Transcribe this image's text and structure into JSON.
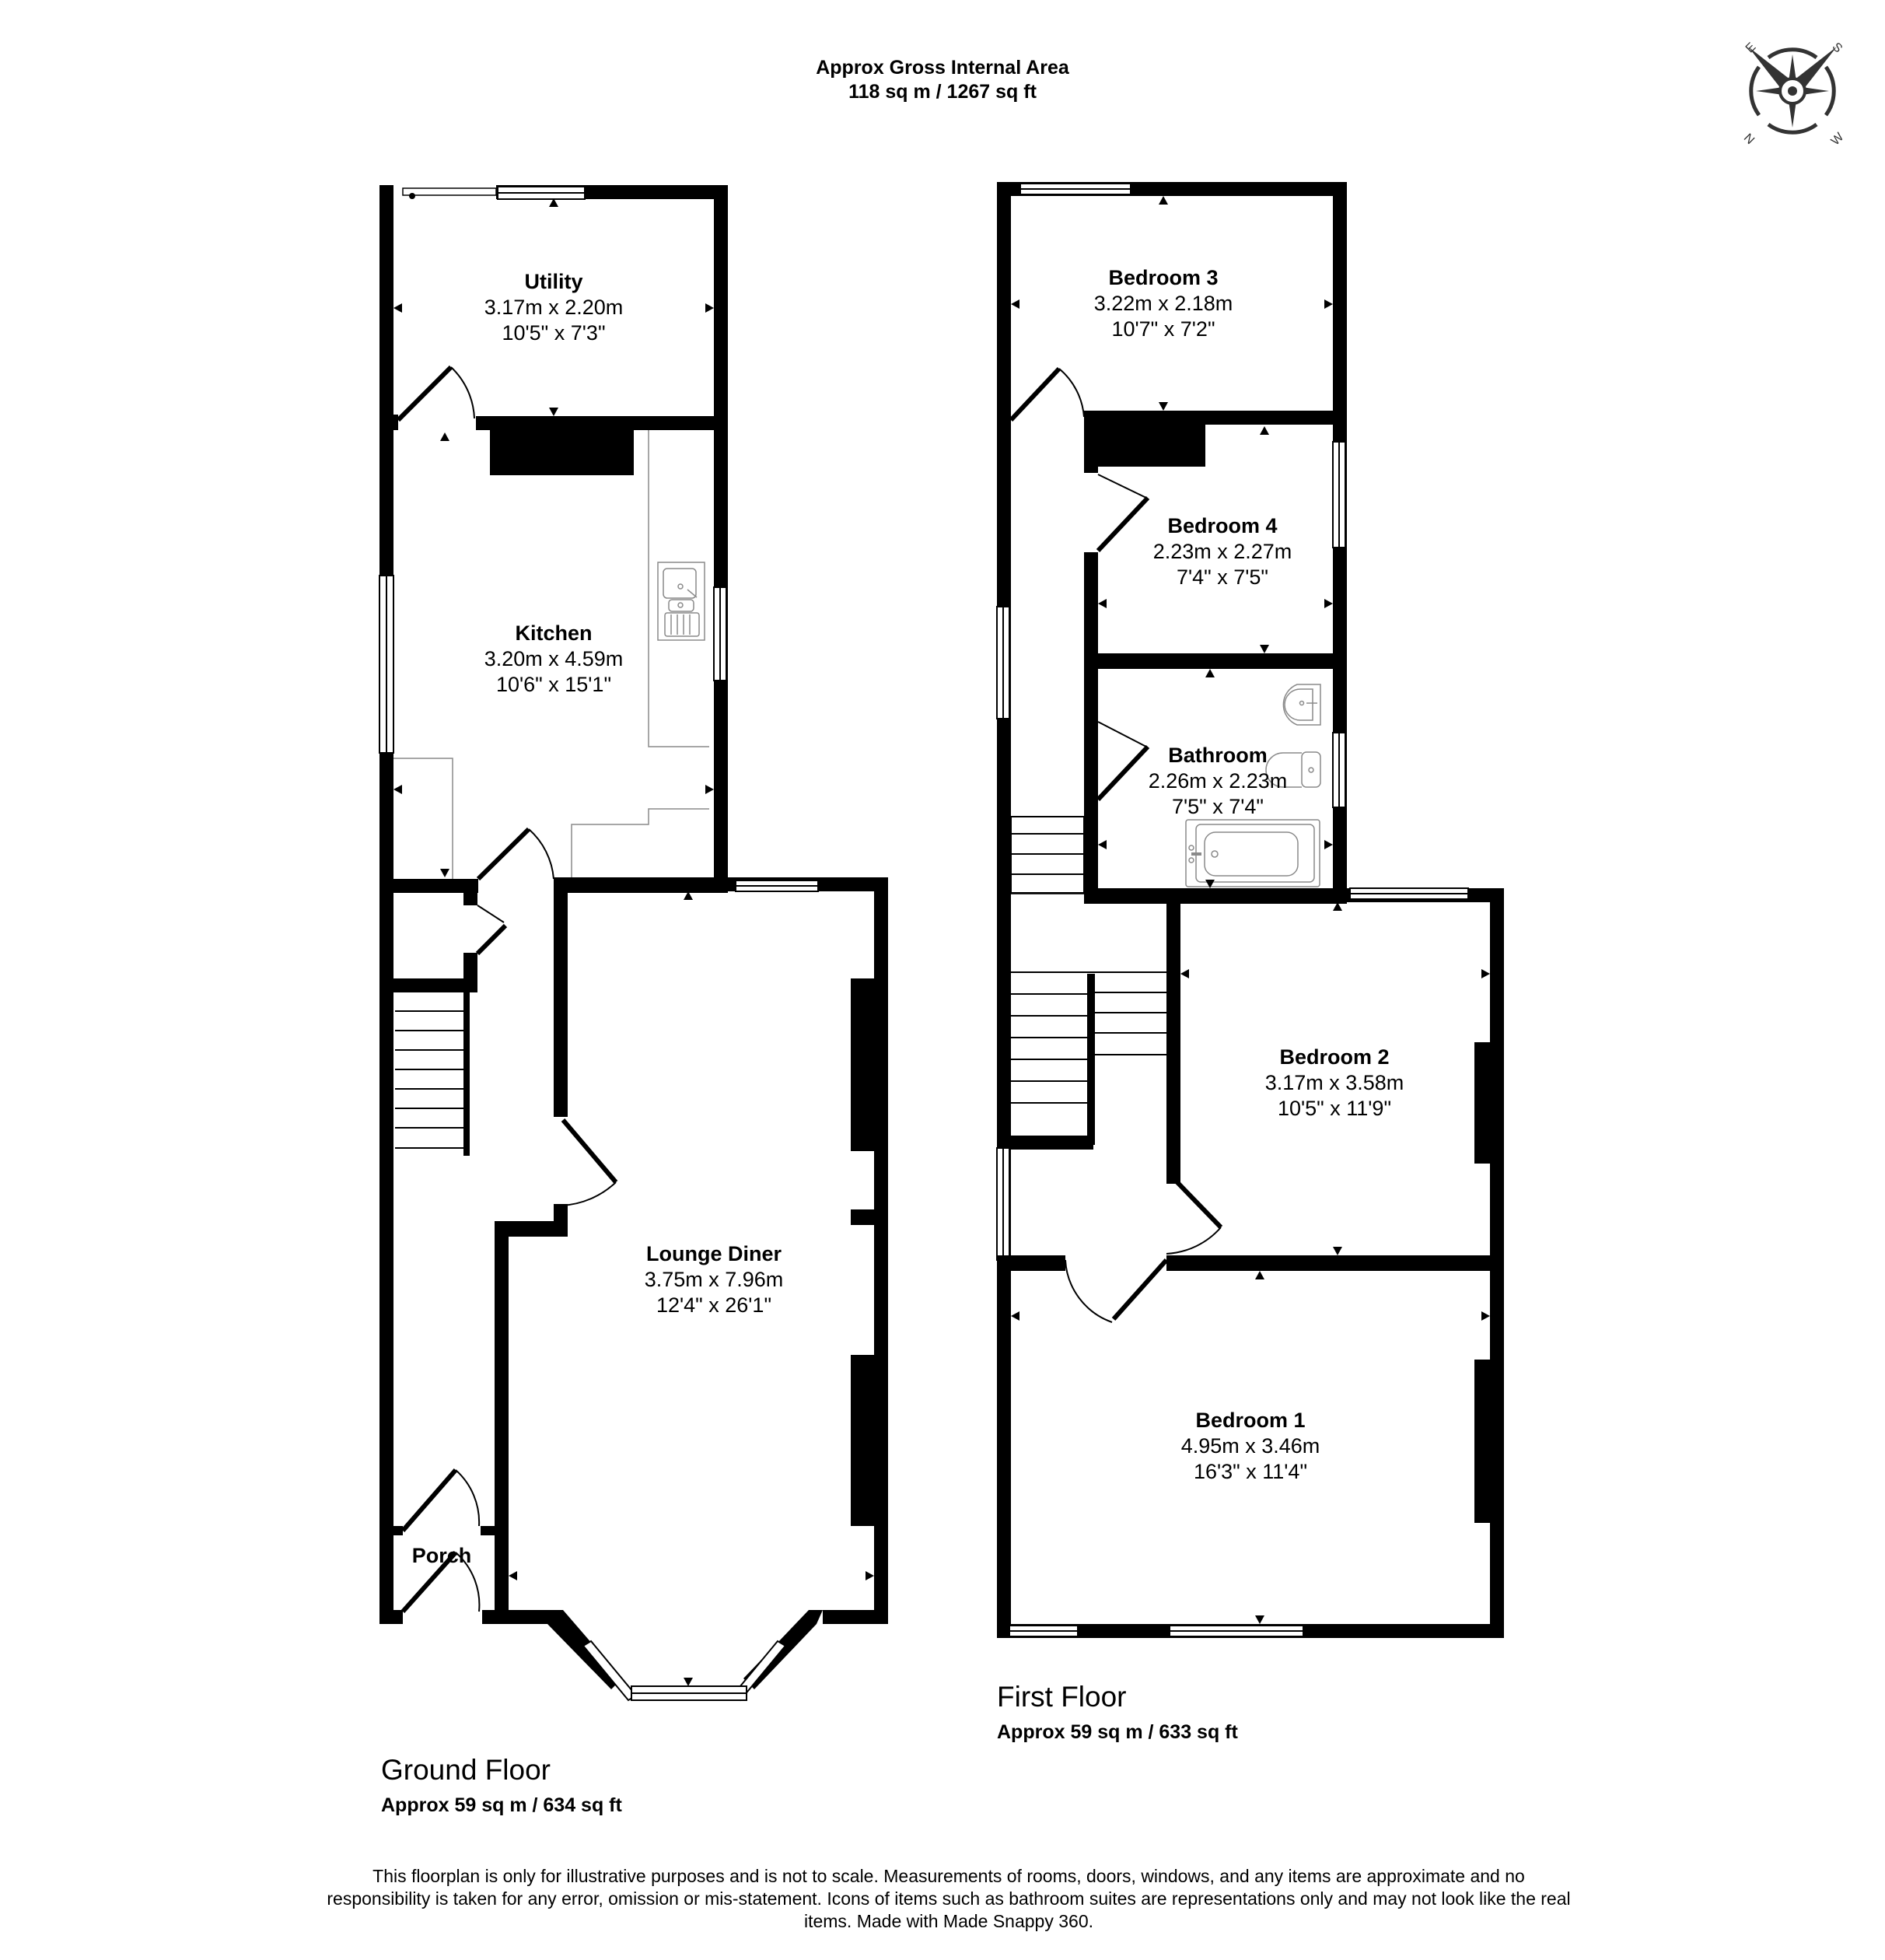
{
  "header": {
    "title": "Approx Gross Internal Area",
    "area": "118 sq m / 1267 sq ft"
  },
  "compass": {
    "icon": "compass-rose-icon",
    "labels": {
      "n": "N",
      "e": "E",
      "s": "S",
      "w": "W"
    }
  },
  "ground_floor": {
    "title": "Ground Floor",
    "area": "Approx 59 sq m / 634 sq ft",
    "rooms": [
      {
        "name": "Utility",
        "metric": "3.17m x 2.20m",
        "imperial": "10'5\" x 7'3\""
      },
      {
        "name": "Kitchen",
        "metric": "3.20m x 4.59m",
        "imperial": "10'6\" x 15'1\""
      },
      {
        "name": "Lounge Diner",
        "metric": "3.75m x 7.96m",
        "imperial": "12'4\" x 26'1\""
      },
      {
        "name": "Porch",
        "metric": "",
        "imperial": ""
      }
    ]
  },
  "first_floor": {
    "title": "First Floor",
    "area": "Approx 59 sq m / 633 sq ft",
    "rooms": [
      {
        "name": "Bedroom 3",
        "metric": "3.22m x 2.18m",
        "imperial": "10'7\" x 7'2\""
      },
      {
        "name": "Bedroom 4",
        "metric": "2.23m x 2.27m",
        "imperial": "7'4\" x 7'5\""
      },
      {
        "name": "Bathroom",
        "metric": "2.26m x 2.23m",
        "imperial": "7'5\" x 7'4\""
      },
      {
        "name": "Bedroom 2",
        "metric": "3.17m x 3.58m",
        "imperial": "10'5\" x 11'9\""
      },
      {
        "name": "Bedroom 1",
        "metric": "4.95m x 3.46m",
        "imperial": "16'3\" x 11'4\""
      }
    ]
  },
  "disclaimer": "This floorplan is only for illustrative purposes and is not to scale. Measurements of rooms, doors, windows, and any items are approximate and no responsibility is taken for any error, omission or mis-statement. Icons of items such as bathroom suites are representations only and may not look like the real items. Made with Made Snappy 360.",
  "colors": {
    "wall": "#000000",
    "background": "#ffffff",
    "fixture_line": "#8a8a8a",
    "compass": "#333333"
  }
}
